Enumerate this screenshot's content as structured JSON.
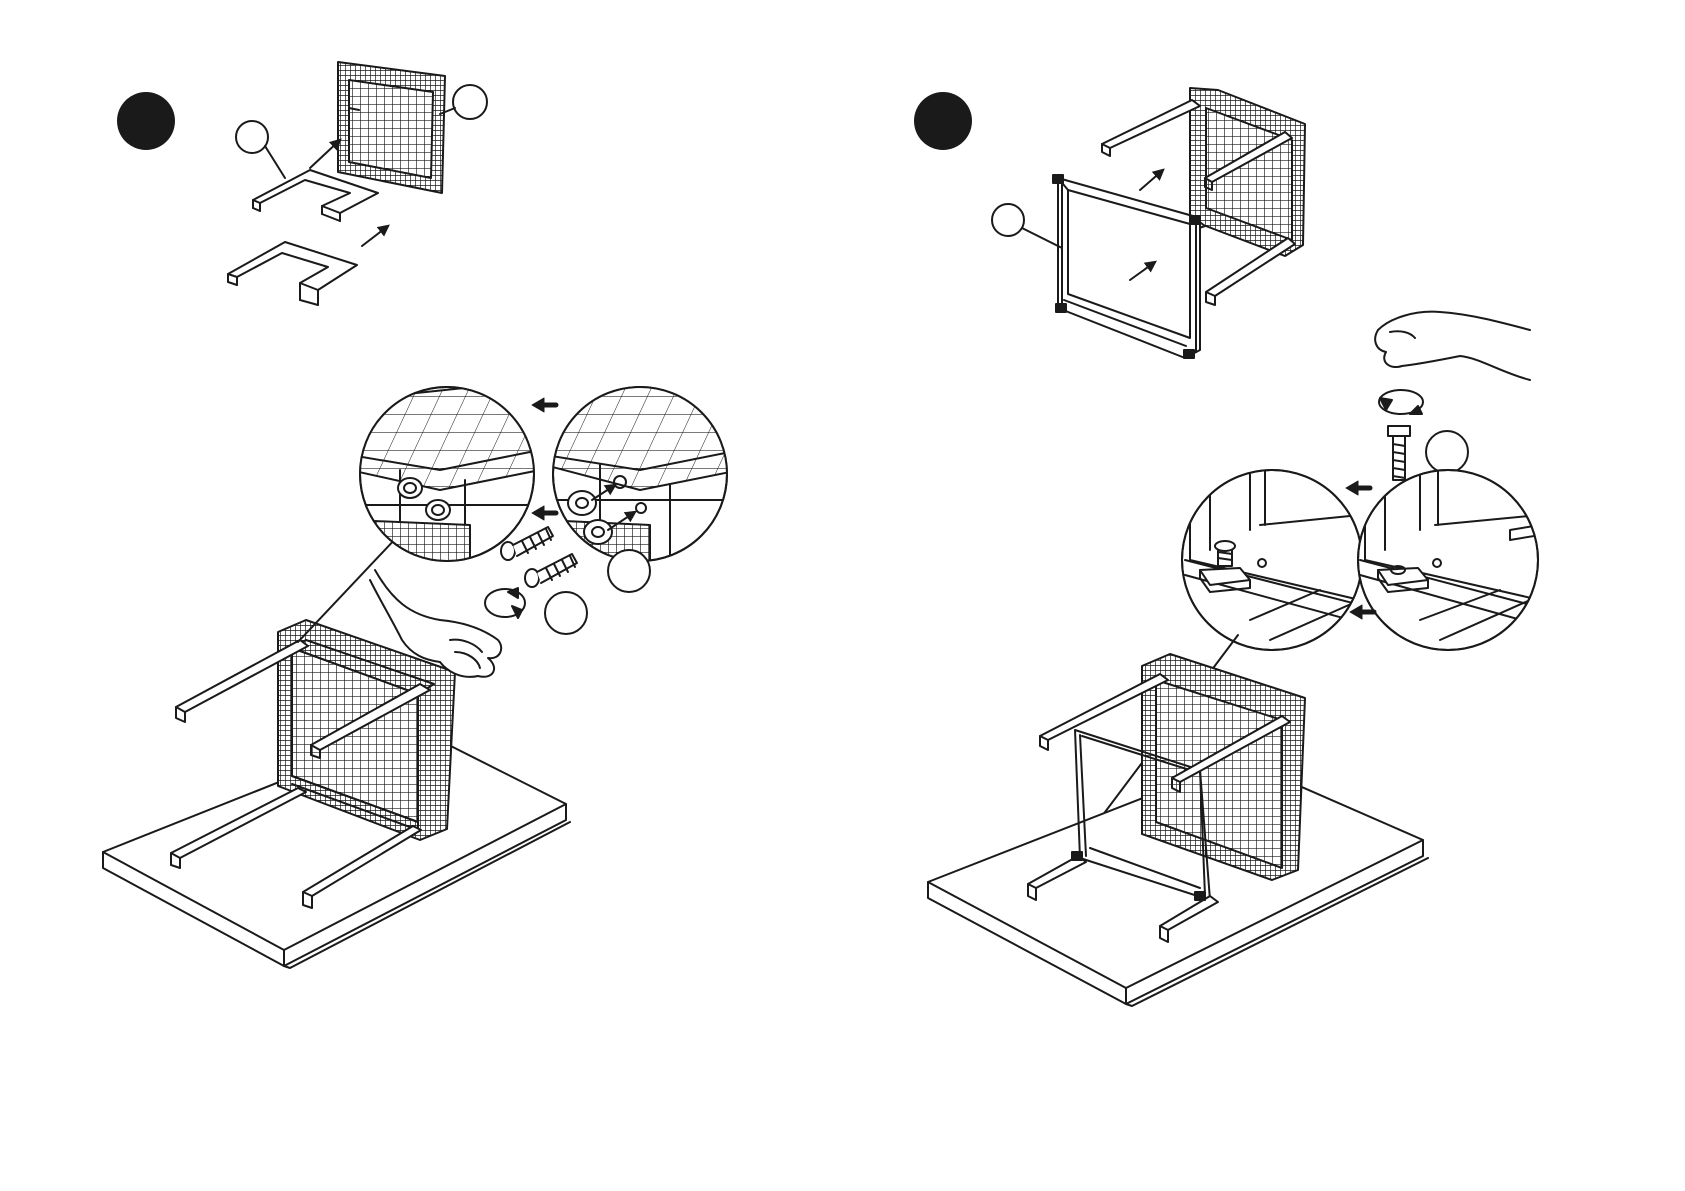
{
  "page": {
    "background": "#ffffff",
    "ink": "#1a1a1a"
  },
  "steps": [
    {
      "id": "step-left",
      "badge_text": "",
      "callouts": [
        "",
        "",
        "",
        ""
      ],
      "arrows_count": 4,
      "rotation_icon": "clockwise-rotate-icon",
      "hand_icon": "hand-tightening-icon"
    },
    {
      "id": "step-right",
      "badge_text": "",
      "callouts": [
        "",
        "",
        ""
      ],
      "arrows_count": 4,
      "rotation_icon": "clockwise-rotate-icon",
      "hand_icon": "hand-tightening-icon"
    }
  ]
}
